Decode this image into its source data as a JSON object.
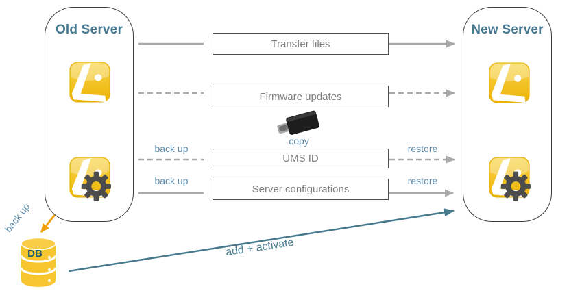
{
  "diagram": {
    "old_server": {
      "title": "Old Server"
    },
    "new_server": {
      "title": "New Server"
    },
    "rows": [
      {
        "label": "Transfer files",
        "connector": "solid"
      },
      {
        "label": "Firmware updates",
        "connector": "dashed"
      },
      {
        "label": "UMS ID",
        "connector": "dashed",
        "left_label": "back up",
        "right_label": "restore"
      },
      {
        "label": "Server configurations",
        "connector": "solid",
        "left_label": "back up",
        "right_label": "restore"
      }
    ],
    "usb": {
      "caption": "copy"
    },
    "database": {
      "label": "DB",
      "backup_label": "back up",
      "migrate_label": "add + activate"
    },
    "icons": {
      "old_app": "igel-ums-app-icon",
      "old_app_settings": "igel-ums-settings-icon",
      "new_app": "igel-ums-app-icon",
      "new_app_settings": "igel-ums-settings-icon",
      "usb": "usb-stick-icon",
      "database": "database-cylinder-icon"
    },
    "colors": {
      "heading_teal": "#45788F",
      "label_blue": "#5D8AA8",
      "arrow_teal": "#45798C",
      "arrow_orange": "#F2A007",
      "line_gray": "#A9A9A9",
      "box_border": "#4F4F4F",
      "box_text": "#7F7F7F",
      "icon_yellow": "#F2B705",
      "db_yellow": "#F7C52F"
    }
  }
}
